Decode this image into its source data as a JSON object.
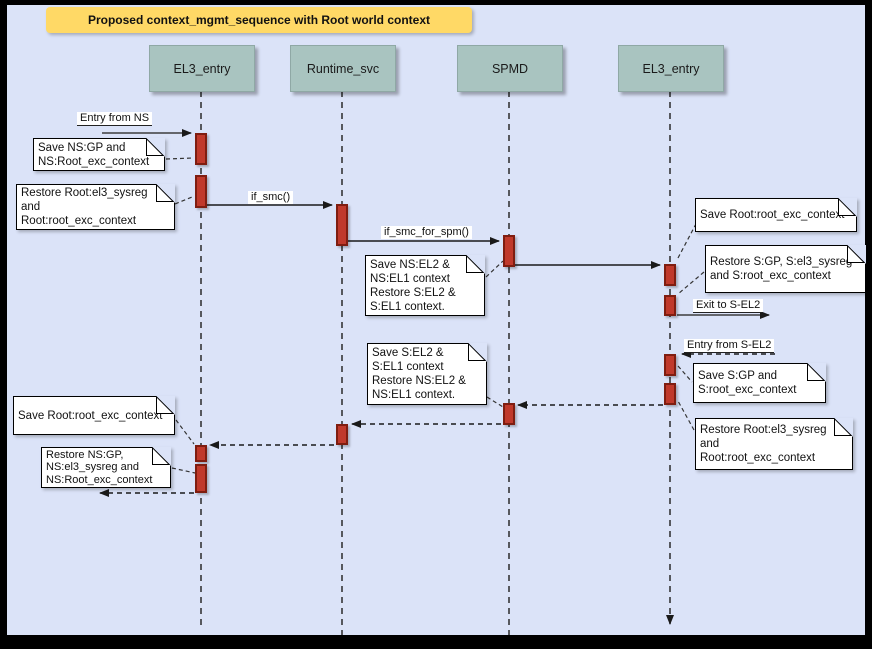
{
  "title": {
    "text": "Proposed context_mgmt_sequence with Root world context"
  },
  "actors": [
    {
      "id": "el3-entry-left",
      "label": "EL3_entry"
    },
    {
      "id": "runtime-svc",
      "label": "Runtime_svc"
    },
    {
      "id": "spmd",
      "label": "SPMD"
    },
    {
      "id": "el3-entry-right",
      "label": "EL3_entry"
    }
  ],
  "messages": [
    {
      "id": "entry-from-ns",
      "label": "Entry from NS",
      "type": "call"
    },
    {
      "id": "if-smc",
      "label": "if_smc()",
      "type": "call"
    },
    {
      "id": "if-smc-for-spm",
      "label": "if_smc_for_spm()",
      "type": "call"
    },
    {
      "id": "spmd-to-el3-entry",
      "label": "",
      "type": "call"
    },
    {
      "id": "exit-to-s-el2",
      "label": "Exit to S-EL2",
      "type": "call"
    },
    {
      "id": "entry-from-s-el2",
      "label": "Entry from S-EL2",
      "type": "return"
    },
    {
      "id": "el3-entry-to-spmd-return",
      "label": "",
      "type": "return"
    },
    {
      "id": "spmd-to-runtime-return",
      "label": "",
      "type": "return"
    },
    {
      "id": "runtime-to-el3-return",
      "label": "",
      "type": "return"
    },
    {
      "id": "exit-to-ns-return",
      "label": "",
      "type": "return"
    }
  ],
  "notes": [
    {
      "id": "n1",
      "text": "Save NS:GP and\nNS:Root_exc_context"
    },
    {
      "id": "n2",
      "text": "Restore Root:el3_sysreg\nand\nRoot:root_exc_context"
    },
    {
      "id": "n3",
      "text": "Save NS:EL2 &\nNS:EL1 context\nRestore S:EL2 &\nS:EL1 context."
    },
    {
      "id": "n4",
      "text": "Save Root:root_exc_context"
    },
    {
      "id": "n5",
      "text": "Restore S:GP, S:el3_sysreg\nand S:root_exc_context"
    },
    {
      "id": "n6",
      "text": "Save S:GP and\nS:root_exc_context"
    },
    {
      "id": "n7",
      "text": "Restore Root:el3_sysreg\nand\nRoot:root_exc_context"
    },
    {
      "id": "n8",
      "text": "Save S:EL2 &\nS:EL1 context\nRestore NS:EL2 &\nNS:EL1 context."
    },
    {
      "id": "n9",
      "text": "Save Root:root_exc_context"
    },
    {
      "id": "n10",
      "text": "Restore NS:GP,\nNS:el3_sysreg and\nNS:Root_exc_context"
    }
  ],
  "colors": {
    "background": "#dbe3f8",
    "frame": "#000000",
    "title_bg": "#ffd966",
    "actor_fill": "#a9c4c0",
    "activation_fill": "#c0392b",
    "activation_border": "#7f1d10",
    "note_fill": "#ffffff",
    "line": "#2b2b2b"
  }
}
